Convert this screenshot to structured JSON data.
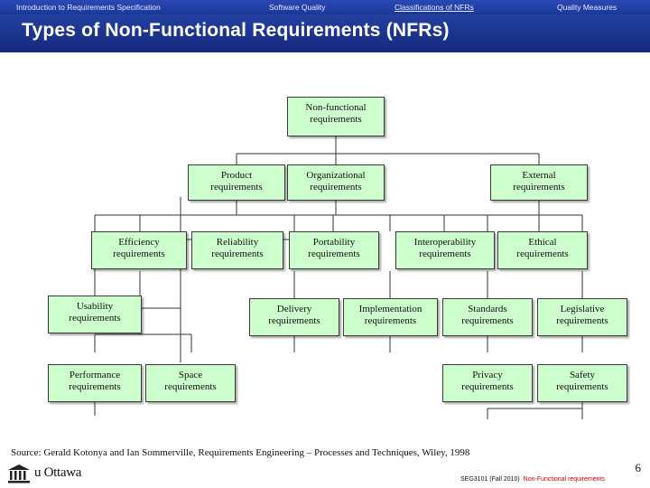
{
  "topbar": {
    "items": [
      {
        "label": "Introduction to Requirements Specification",
        "underline": false
      },
      {
        "label": "Software Quality",
        "underline": false
      },
      {
        "label": "Classifications of NFRs",
        "underline": true
      },
      {
        "label": "Quality Measures",
        "underline": false
      }
    ]
  },
  "slide": {
    "title": "Types of Non-Functional Requirements (NFRs)",
    "source": "Source: Gerald Kotonya and Ian Sommerville, Requirements Engineering – Processes and Techniques, Wiley, 1998",
    "page_number": "6",
    "footer_course": "SEG3101 (Fall 2010)",
    "footer_topic": "Non-Functional requirements",
    "logo_text": "u Ottawa",
    "accent_color": "#1f3fa8",
    "node_fill": "#ccffcc"
  },
  "diagram": {
    "type": "tree",
    "nodes": [
      {
        "id": "root",
        "line1": "Non-functional",
        "line2": "requirements"
      },
      {
        "id": "product",
        "line1": "Product",
        "line2": "requirements"
      },
      {
        "id": "organizational",
        "line1": "Organizational",
        "line2": "requirements"
      },
      {
        "id": "external",
        "line1": "External",
        "line2": "requirements"
      },
      {
        "id": "efficiency",
        "line1": "Efficiency",
        "line2": "requirements"
      },
      {
        "id": "reliability",
        "line1": "Reliability",
        "line2": "requirements"
      },
      {
        "id": "portability",
        "line1": "Portability",
        "line2": "requirements"
      },
      {
        "id": "interoperability",
        "line1": "Interoperability",
        "line2": "requirements"
      },
      {
        "id": "ethical",
        "line1": "Ethical",
        "line2": "requirements"
      },
      {
        "id": "usability",
        "line1": "Usability",
        "line2": "requirements"
      },
      {
        "id": "delivery",
        "line1": "Delivery",
        "line2": "requirements"
      },
      {
        "id": "implementation",
        "line1": "Implementation",
        "line2": "requirements"
      },
      {
        "id": "standards",
        "line1": "Standards",
        "line2": "requirements"
      },
      {
        "id": "legislative",
        "line1": "Legislative",
        "line2": "requirements"
      },
      {
        "id": "performance",
        "line1": "Performance",
        "line2": "requirements"
      },
      {
        "id": "space",
        "line1": "Space",
        "line2": "requirements"
      },
      {
        "id": "privacy",
        "line1": "Privacy",
        "line2": "requirements"
      },
      {
        "id": "safety",
        "line1": "Safety",
        "line2": "requirements"
      }
    ],
    "edges": [
      {
        "from": "root",
        "to": "product"
      },
      {
        "from": "root",
        "to": "organizational"
      },
      {
        "from": "root",
        "to": "external"
      },
      {
        "from": "product",
        "to": "efficiency"
      },
      {
        "from": "product",
        "to": "reliability"
      },
      {
        "from": "product",
        "to": "portability"
      },
      {
        "from": "product",
        "to": "usability"
      },
      {
        "from": "organizational",
        "to": "delivery"
      },
      {
        "from": "organizational",
        "to": "implementation"
      },
      {
        "from": "organizational",
        "to": "standards"
      },
      {
        "from": "external",
        "to": "interoperability"
      },
      {
        "from": "external",
        "to": "ethical"
      },
      {
        "from": "external",
        "to": "legislative"
      },
      {
        "from": "efficiency",
        "to": "performance"
      },
      {
        "from": "efficiency",
        "to": "space"
      },
      {
        "from": "legislative",
        "to": "privacy"
      },
      {
        "from": "legislative",
        "to": "safety"
      }
    ]
  }
}
